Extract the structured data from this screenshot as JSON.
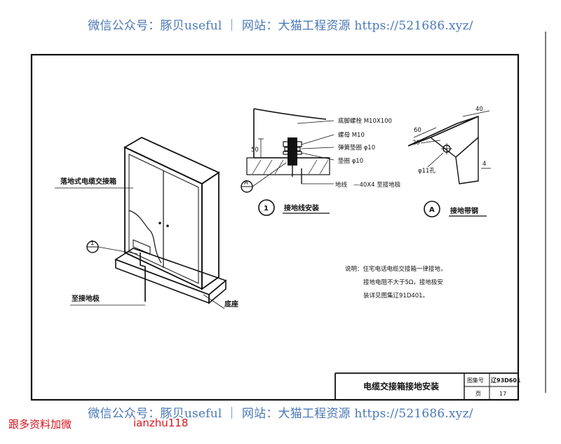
{
  "watermark": {
    "top": "微信公众号：豚贝useful ｜ 网站：大猫工程资源 https://521686.xyz/",
    "bottom": "微信公众号：豚贝useful ｜ 网站：大猫工程资源 https://521686.xyz/"
  },
  "promo": {
    "left": "跟多资料加微",
    "right": "ianzhu118"
  },
  "drawing": {
    "cabinet_label": "落地式电缆交接箱",
    "ground_pole_label": "至接地极",
    "base_label": "底座",
    "callout_1": "1",
    "callout_A": "A",
    "detail1": {
      "title": "接地线安装",
      "dim_50": "50",
      "items": [
        "底脚螺栓 M10X100",
        "螺母 M10",
        "弹簧垫圈 φ10",
        "垫圈 φ10"
      ],
      "ground_wire": "地线",
      "flat_steel": "—40X4  至接地极"
    },
    "detailA": {
      "title": "接地带钢",
      "dim_40": "40",
      "dim_60": "60",
      "dim_20": "20",
      "dim_4": "4",
      "hole": "φ11孔"
    },
    "note": {
      "line1": "说明：住宅电话电缆交接箱一律接地，",
      "line2": "接地电阻不大于5Ω，接地极安",
      "line3": "装详见图集辽91D401。"
    },
    "title_block": {
      "title": "电缆交接箱接地安装",
      "atlas_label": "图集号",
      "atlas_value": "辽93D601",
      "page_label": "页",
      "page_value": "17"
    }
  }
}
